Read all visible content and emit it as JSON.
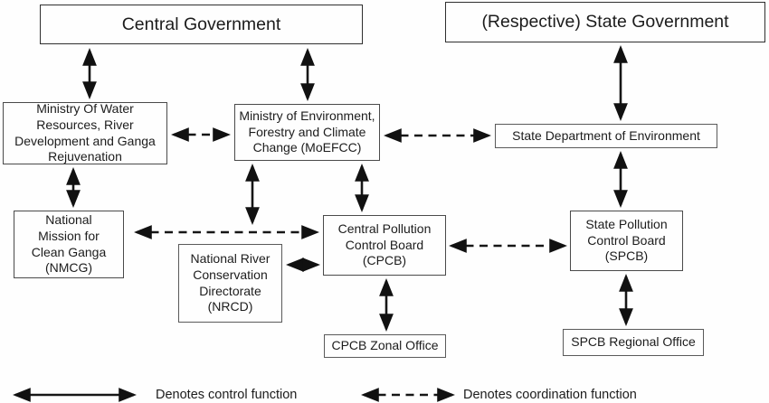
{
  "diagram": {
    "nodes": {
      "central_government": {
        "label": "Central Government"
      },
      "state_government": {
        "label": "(Respective) State Government"
      },
      "mowr": {
        "label": "Ministry Of Water\nResources, River\nDevelopment and Ganga\nRejuvenation"
      },
      "moefcc": {
        "label": "Ministry of Environment,\nForestry and Climate\nChange (MoEFCC)"
      },
      "sdoe": {
        "label": "State Department of Environment"
      },
      "nmcg": {
        "label": "National\nMission for\nClean Ganga\n(NMCG)"
      },
      "nrcd": {
        "label": "National River\nConservation\nDirectorate\n(NRCD)"
      },
      "cpcb": {
        "label": "Central Pollution\nControl Board\n(CPCB)"
      },
      "spcb": {
        "label": "State Pollution\nControl Board\n(SPCB)"
      },
      "cpcb_zonal": {
        "label": "CPCB Zonal Office"
      },
      "spcb_regional": {
        "label": "SPCB Regional Office"
      }
    },
    "edges": [
      {
        "from": "central_government",
        "to": "mowr",
        "type": "control"
      },
      {
        "from": "central_government",
        "to": "moefcc",
        "type": "control"
      },
      {
        "from": "state_government",
        "to": "sdoe",
        "type": "control"
      },
      {
        "from": "mowr",
        "to": "moefcc",
        "type": "coordination"
      },
      {
        "from": "moefcc",
        "to": "sdoe",
        "type": "coordination"
      },
      {
        "from": "mowr",
        "to": "nmcg",
        "type": "control"
      },
      {
        "from": "moefcc",
        "to": "nrcd",
        "type": "control"
      },
      {
        "from": "moefcc",
        "to": "cpcb",
        "type": "control"
      },
      {
        "from": "sdoe",
        "to": "spcb",
        "type": "control"
      },
      {
        "from": "nmcg",
        "to": "cpcb",
        "type": "coordination"
      },
      {
        "from": "nrcd",
        "to": "cpcb",
        "type": "coordination"
      },
      {
        "from": "cpcb",
        "to": "spcb",
        "type": "coordination"
      },
      {
        "from": "cpcb",
        "to": "cpcb_zonal",
        "type": "control"
      },
      {
        "from": "spcb",
        "to": "spcb_regional",
        "type": "control"
      }
    ],
    "legend": {
      "control": "Denotes control function",
      "coordination": "Denotes coordination function"
    },
    "colors": {
      "line": "#161616",
      "box_border": "#4a4a4a",
      "text": "#1c1c1c",
      "background": "#fefefe"
    }
  }
}
